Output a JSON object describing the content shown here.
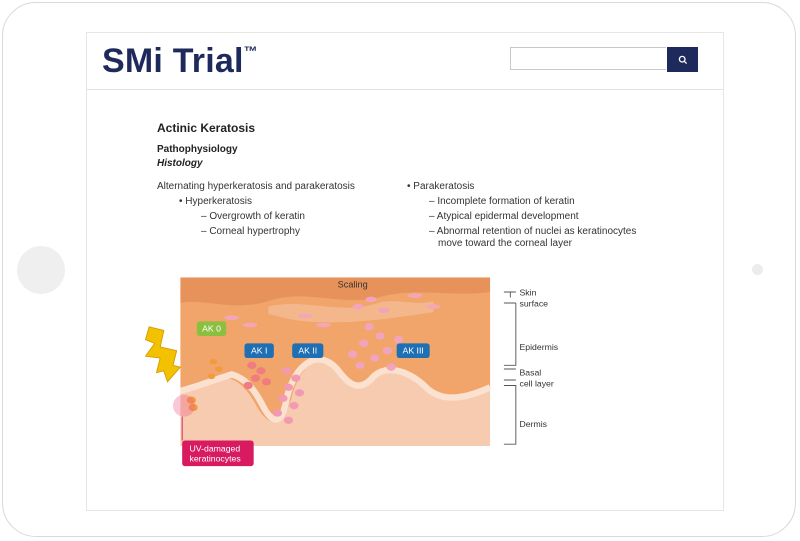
{
  "app": {
    "logo_text": "SMi Trial",
    "logo_mark": "™",
    "search_placeholder": "",
    "search_icon": "search-icon"
  },
  "page": {
    "title": "Actinic Keratosis",
    "subtitle": "Pathophysiology",
    "section": "Histology",
    "intro": "Alternating hyperkeratosis and parakeratosis",
    "left": {
      "heading": "• Hyperkeratosis",
      "items": [
        "– Overgrowth of keratin",
        "– Corneal hypertrophy"
      ]
    },
    "right": {
      "heading": "• Parakeratosis",
      "items": [
        "– Incomplete formation of keratin",
        "– Atypical epidermal development",
        "– Abnormal retention of nuclei as keratinocytes",
        "move toward the corneal layer"
      ]
    }
  },
  "diagram": {
    "scaling": "Scaling",
    "stages": [
      "AK 0",
      "AK I",
      "AK II",
      "AK III"
    ],
    "damage_label": [
      "UV-damaged",
      "keratinocytes"
    ],
    "layers": {
      "skin_surface": [
        "Skin",
        "surface"
      ],
      "epidermis": "Epidermis",
      "basal": [
        "Basal",
        "cell layer"
      ],
      "dermis": "Dermis"
    },
    "colors": {
      "stage_green": "#8cbf3f",
      "stage_blue": "#1f6fb4",
      "damage_pink": "#d81b60",
      "dermis": "#f6c7a8",
      "epidermis": "#f0a267",
      "lightning": "#f2c200"
    }
  }
}
